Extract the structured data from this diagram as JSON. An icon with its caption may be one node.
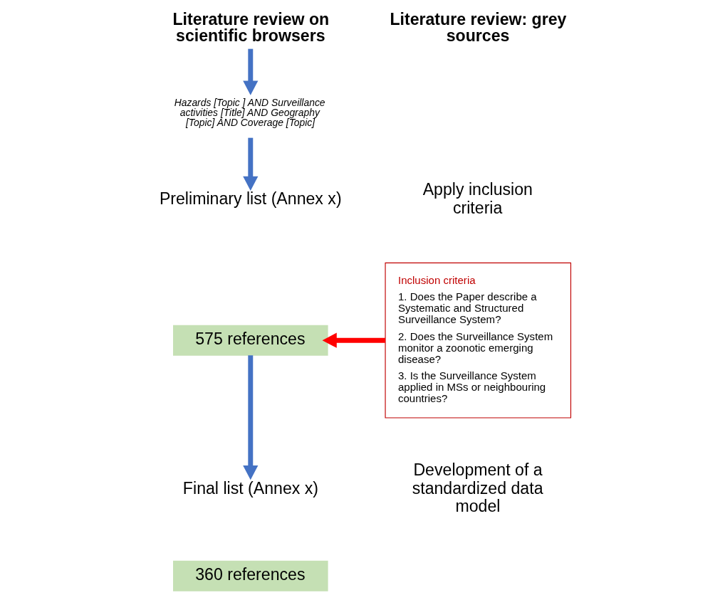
{
  "diagram": {
    "nodes": [
      {
        "text": [
          "Literature review on scientific browsers"
        ]
      },
      {
        "text": [
          "Literature review: grey sources"
        ]
      },
      {
        "text": [
          "Hazards [Topic ] AND Surveillance activities [Title] AND Geography [Topic] AND Coverage [Topic]"
        ]
      },
      {
        "text": [
          "Preliminary list (Annex x)"
        ]
      },
      {
        "text": [
          "575 references"
        ]
      },
      {
        "text": [
          "Final list (Annex x)"
        ]
      },
      {
        "text": [
          "360 references"
        ]
      },
      {
        "text": [
          "Apply inclusion criteria"
        ]
      },
      {
        "text": [
          "Inclusion criteria",
          "1. Does the Paper describe a Systematic and Structured Surveillance System?",
          "2. Does the Surveillance System monitor a zoonotic emerging disease?",
          "3. Is the Surveillance System applied in MSs or neighbouring countries?"
        ]
      },
      {
        "text": [
          "Development of a standardized data model"
        ]
      }
    ],
    "edges": [
      {
        "from": 0,
        "to": 2,
        "arrow": "to"
      },
      {
        "from": 2,
        "to": 3,
        "arrow": "to"
      },
      {
        "from": 4,
        "to": 5,
        "arrow": "to"
      },
      {
        "from": 8,
        "to": 4,
        "arrow": "to",
        "color": "#ff0000"
      }
    ]
  }
}
